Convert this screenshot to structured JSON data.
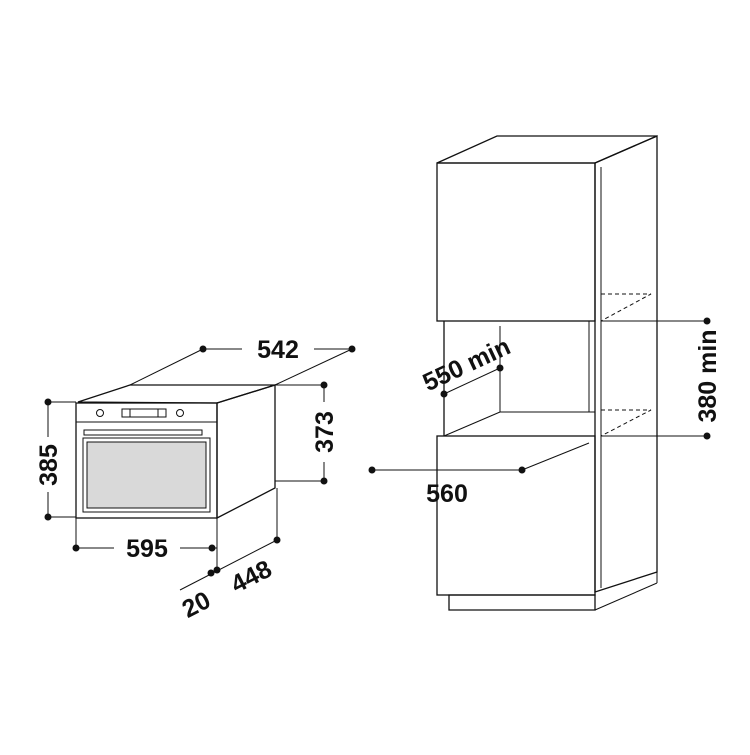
{
  "oven": {
    "width_label": "595",
    "height_label": "385",
    "depth_label": "542",
    "body_height_label": "373",
    "body_depth_label": "448",
    "door_thickness_label": "20"
  },
  "cabinet": {
    "niche_height_label": "380 min",
    "niche_depth_label": "550 min",
    "niche_width_label": "560"
  },
  "colors": {
    "line": "#111111",
    "window": "#d9d9d9",
    "background": "#ffffff"
  }
}
